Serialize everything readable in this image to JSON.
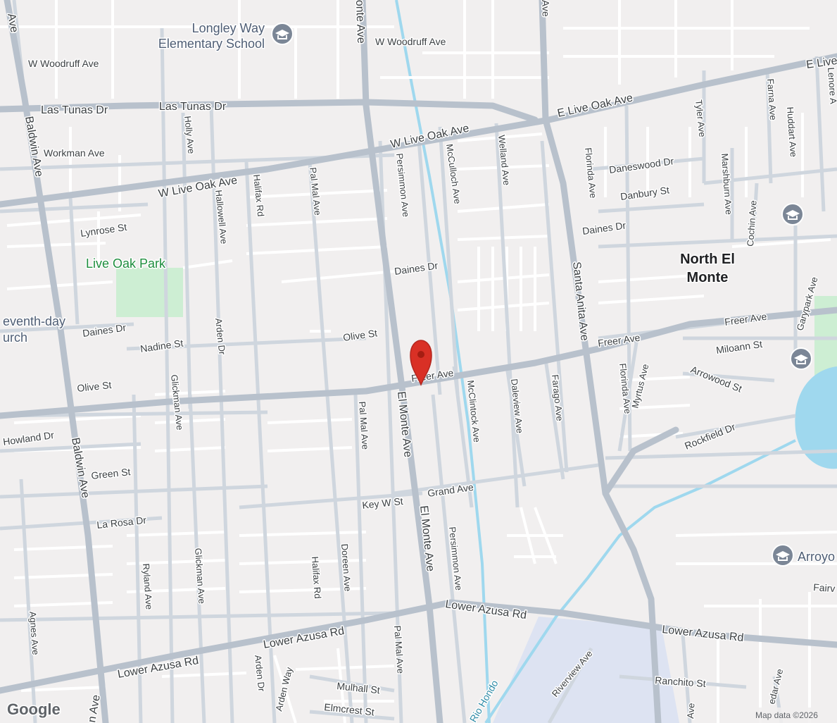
{
  "map": {
    "place_label": [
      "North El",
      "Monte"
    ],
    "park_label": "Live Oak Park",
    "school_label": [
      "Longley Way",
      "Elementary School"
    ],
    "poi_partial_church": [
      "eventh-day",
      "urch"
    ],
    "poi_partial_arroyo": "Arroyo",
    "water_label": "Rio Hondo",
    "attribution": "Map data ©2026",
    "logo_text": "Google",
    "colors": {
      "background": "#f1efef",
      "minor_road": "#ffffff",
      "road": "#cfd6de",
      "arterial": "#b8c1cc",
      "water": "#9fd8ee",
      "park": "#cdeed3",
      "railyard": "#dde3f2",
      "marker": "#d93025",
      "poi_icon": "#7b8696"
    },
    "icons": [
      "school-icon",
      "location-pin-icon",
      "google-logo"
    ]
  },
  "streets": {
    "baldwin_ave_1": "Baldwin Ave",
    "baldwin_ave_2": "Baldwin Ave",
    "baldwin_ave_3": "n Ave",
    "ave_top_left": "Ave",
    "w_woodruff_ave_1": "W Woodruff Ave",
    "w_woodruff_ave_2": "W Woodruff Ave",
    "las_tunas_dr_1": "Las Tunas Dr",
    "las_tunas_dr_2": "Las Tunas Dr",
    "e_live_oak_ave": "E Live Oak Ave",
    "e_live_partial": "E Live",
    "w_live_oak_ave_1": "W Live Oak Ave",
    "w_live_oak_ave_2": "W Live Oak Ave",
    "workman_ave": "Workman Ave",
    "holly_ave": "Holly Ave",
    "hallowell_ave": "Hallowell Ave",
    "halifax_rd_1": "Halifax Rd",
    "halifax_rd_2": "Halifax Rd",
    "pal_mal_ave_1": "Pal Mal Ave",
    "pal_mal_ave_2": "Pal Mal Ave",
    "pal_mal_ave_3": "Pal Mal Ave",
    "persimmon_ave_1": "Persimmon Ave",
    "persimmon_ave_2": "Persimmon Ave",
    "mcculloch_ave": "McCulloch Ave",
    "welland_ave": "Welland Ave",
    "monte_ave_top": "onte Ave",
    "ave_top_mid": "Ave",
    "florinda_ave_1": "Florinda Ave",
    "florinda_ave_2": "Florinda Ave",
    "daneswood_dr": "Daneswood Dr",
    "danbury_st": "Danbury St",
    "daines_dr_1": "Daines Dr",
    "daines_dr_2": "Daines Dr",
    "daines_dr_3": "Daines Dr",
    "tyler_ave": "Tyler Ave",
    "farna_ave": "Farna Ave",
    "huddart_ave": "Huddart Ave",
    "lenore_partial": "Lenore A",
    "marshburn_ave": "Marshburn Ave",
    "cochin_ave": "Cochin Ave",
    "lynrose_st": "Lynrose St",
    "garypark_ave": "Garypark Ave",
    "arden_dr_1": "Arden Dr",
    "arden_dr_2": "Arden Dr",
    "nadine_st": "Nadine St",
    "olive_st_1": "Olive St",
    "olive_st_2": "Olive St",
    "freer_ave_1": "Freer Ave",
    "freer_ave_2": "Freer Ave",
    "freer_ave_3": "Freer Ave",
    "miloann_st": "Miloann St",
    "arrowood_st": "Arrowood St",
    "rockfield_dr": "Rockfield Dr",
    "santa_anita_ave": "Santa Anita Ave",
    "myrtus_ave": "Myrtus Ave",
    "glickman_ave_1": "Glickman Ave",
    "glickman_ave_2": "Glickman Ave",
    "howland_dr": "Howland Dr",
    "el_monte_ave_1": "El Monte Ave",
    "el_monte_ave_2": "El Monte Ave",
    "mcclintock_ave": "McClintock Ave",
    "daleview_ave": "Daleview Ave",
    "farago_ave": "Farago Ave",
    "green_st": "Green St",
    "key_w_st": "Key W St",
    "grand_ave": "Grand Ave",
    "la_rosa_dr": "La Rosa Dr",
    "ryland_ave": "Ryland Ave",
    "doreen_ave": "Doreen Ave",
    "agnes_ave": "Agnes Ave",
    "lower_azusa_rd_1": "Lower Azusa Rd",
    "lower_azusa_rd_2": "Lower Azusa Rd",
    "lower_azusa_rd_3": "Lower Azusa Rd",
    "lower_azusa_rd_4": "Lower Azusa Rd",
    "arden_way": "Arden Way",
    "mulhall_st": "Mulhall St",
    "elmcrest_st": "Elmcrest St",
    "riverview_ave": "Riverview Ave",
    "ranchito_st": "Ranchito St",
    "fairv_partial": "Fairv",
    "ave_bottom_right": "Ave",
    "cedar_partial": "edar Ave"
  }
}
